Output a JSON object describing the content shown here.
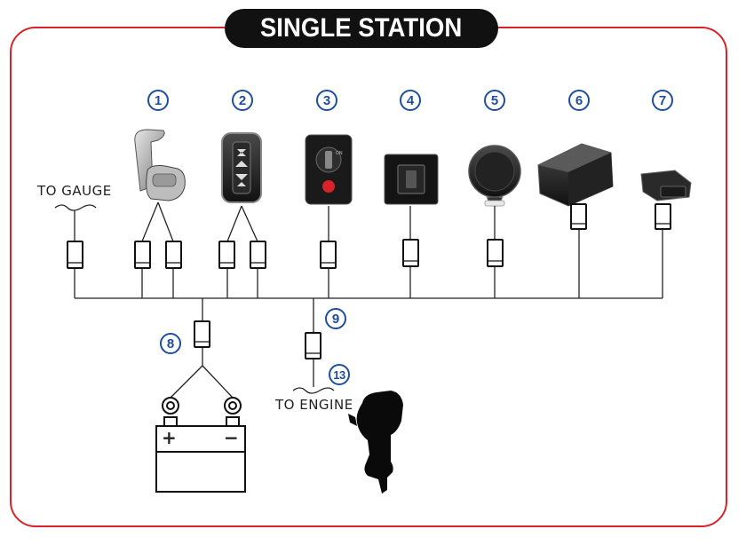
{
  "title": "SINGLE STATION",
  "labels": {
    "to_gauge": "TO GAUGE",
    "to_engine": "TO ENGINE",
    "battery_plus": "+",
    "battery_minus": "−"
  },
  "callouts": [
    "1",
    "2",
    "3",
    "4",
    "5",
    "6",
    "7",
    "8",
    "9",
    "13"
  ],
  "colors": {
    "border": "#d8232a",
    "title_bg": "#111111",
    "callout": "#1e4e9c",
    "line": "#222222"
  }
}
